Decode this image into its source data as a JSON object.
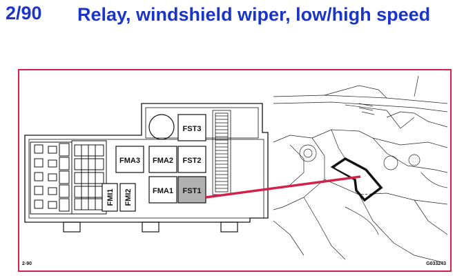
{
  "header": {
    "number": "2/90",
    "title": "Relay, windshield wiper, low/high speed"
  },
  "diagram": {
    "relays": {
      "fst3": "FST3",
      "fma3": "FMA3",
      "fma2": "FMA2",
      "fst2": "FST2",
      "fma1": "FMA1",
      "fst1": "FST1",
      "fmi1": "FMI1",
      "fmi2": "FMI2"
    },
    "highlighted_relay": "FST1",
    "highlight_color": "#b0b0b0",
    "pointer_color": "#d2224a",
    "frame_color": "#d2224a",
    "footer_left": "2-90",
    "footer_right": "G033243"
  }
}
